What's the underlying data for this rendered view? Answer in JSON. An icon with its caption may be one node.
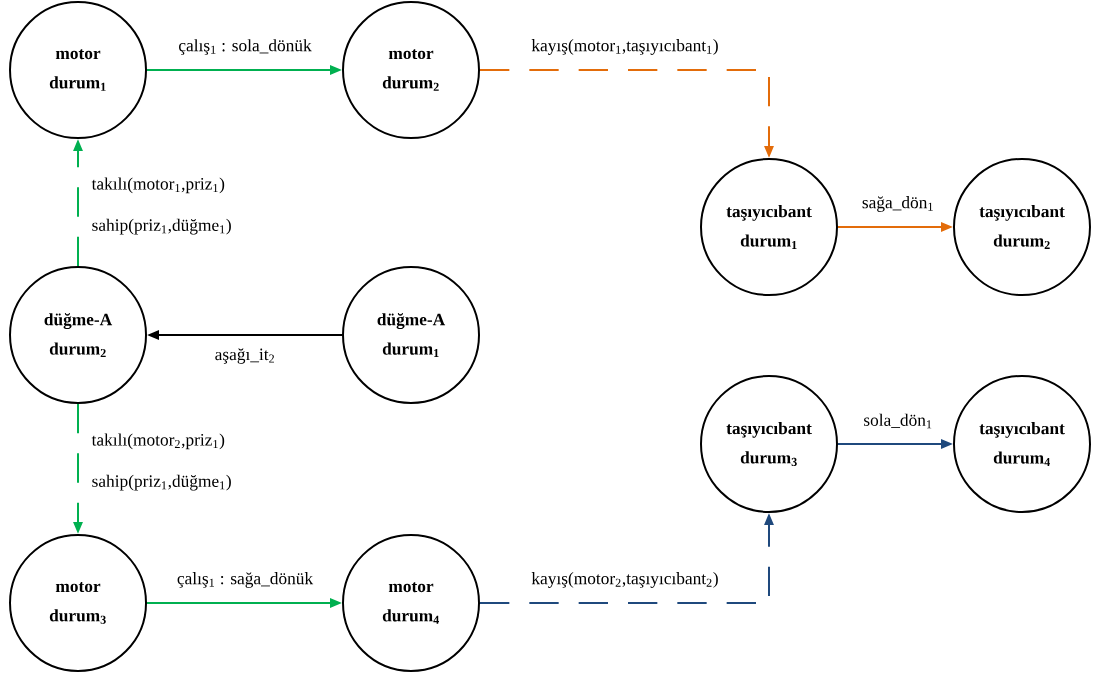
{
  "diagram": {
    "nodes": [
      {
        "text": [
          "motor",
          "durum$_{1}$"
        ]
      },
      {
        "text": [
          "motor",
          "durum$_{2}$"
        ]
      },
      {
        "text": [
          "taşıyıcıbant",
          "durum$_{1}$"
        ]
      },
      {
        "text": [
          "taşıyıcıbant",
          "durum$_{2}$"
        ]
      },
      {
        "text": [
          "düğme-A",
          "durum$_{2}$"
        ]
      },
      {
        "text": [
          "düğme-A",
          "durum$_{1}$"
        ]
      },
      {
        "text": [
          "taşıyıcıbant",
          "durum$_{3}$"
        ]
      },
      {
        "text": [
          "taşıyıcıbant",
          "durum$_{4}$"
        ]
      },
      {
        "text": [
          "motor",
          "durum$_{3}$"
        ]
      },
      {
        "text": [
          "motor",
          "durum$_{4}$"
        ]
      }
    ],
    "edges": [
      {
        "from": 0,
        "to": 1,
        "arrow": "to",
        "label": "çalış$_{1}$ : sola_dönük"
      },
      {
        "from": 1,
        "to": 2,
        "arrow": "to",
        "label": "kayış(motor$_{1}$,taşıyıcıbant$_{1}$)",
        "style": "dashed",
        "color": "#e36c0a"
      },
      {
        "from": 2,
        "to": 3,
        "arrow": "to",
        "label": "sağa_dön$_{1}$",
        "color": "#e36c0a"
      },
      {
        "from": 4,
        "to": 0,
        "arrow": "to",
        "label": "takılı(motor$_{1}$,priz$_{1}$) sahip(priz$_{1}$,düğme$_{1}$)",
        "style": "dashed"
      },
      {
        "from": 5,
        "to": 4,
        "arrow": "to",
        "label": "aşağı_it$_{2}$",
        "color": "#000000"
      },
      {
        "from": 4,
        "to": 8,
        "arrow": "to",
        "label": "takılı(motor$_{2}$,priz$_{1}$) sahip(priz$_{1}$,düğme$_{1}$)",
        "style": "dashed"
      },
      {
        "from": 8,
        "to": 9,
        "arrow": "to",
        "label": "çalış$_{1}$ : sağa_dönük"
      },
      {
        "from": 9,
        "to": 6,
        "arrow": "to",
        "label": "kayış(motor$_{2}$,taşıyıcıbant$_{2}$)",
        "style": "dashed",
        "color": "#1f497d"
      },
      {
        "from": 6,
        "to": 7,
        "arrow": "to",
        "label": "sola_dön$_{1}$",
        "color": "#1f497d"
      }
    ]
  }
}
